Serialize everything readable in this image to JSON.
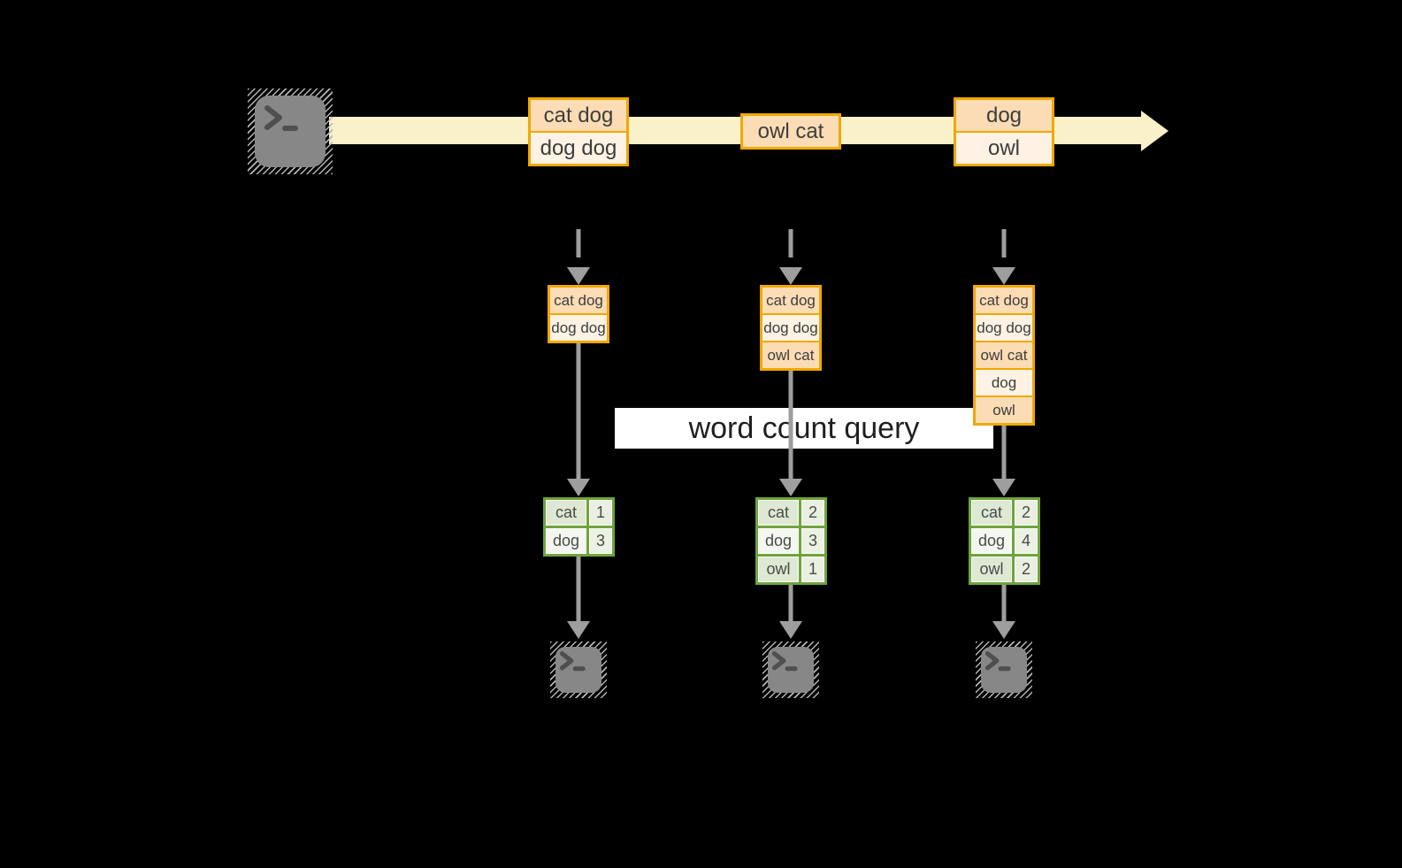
{
  "colors": {
    "background": "#000000",
    "stream_band": "#FAF0C9",
    "box_border_gold": "#F0A800",
    "box_fill_peach": "#FBDCB4",
    "box_fill_cream": "#FDF2E3",
    "table_border_green": "#6FA43C",
    "arrow_gray": "#9E9E9E",
    "banner_background": "#FFFFFF",
    "terminal_gray": "#878787"
  },
  "stream": {
    "source_icon": "terminal-icon",
    "events": [
      {
        "lines": [
          "cat dog",
          "dog dog"
        ]
      },
      {
        "lines": [
          "owl cat"
        ]
      },
      {
        "lines": [
          "dog",
          "owl"
        ]
      }
    ]
  },
  "query": {
    "label": "word count query"
  },
  "columns": [
    {
      "buffer": [
        "cat dog",
        "dog dog"
      ],
      "counts": [
        {
          "word": "cat",
          "count": "1"
        },
        {
          "word": "dog",
          "count": "3"
        }
      ],
      "sink_icon": "terminal-icon"
    },
    {
      "buffer": [
        "cat dog",
        "dog dog",
        "owl cat"
      ],
      "counts": [
        {
          "word": "cat",
          "count": "2"
        },
        {
          "word": "dog",
          "count": "3"
        },
        {
          "word": "owl",
          "count": "1"
        }
      ],
      "sink_icon": "terminal-icon"
    },
    {
      "buffer": [
        "cat dog",
        "dog dog",
        "owl cat",
        "dog",
        "owl"
      ],
      "counts": [
        {
          "word": "cat",
          "count": "2"
        },
        {
          "word": "dog",
          "count": "4"
        },
        {
          "word": "owl",
          "count": "2"
        }
      ],
      "sink_icon": "terminal-icon"
    }
  ]
}
